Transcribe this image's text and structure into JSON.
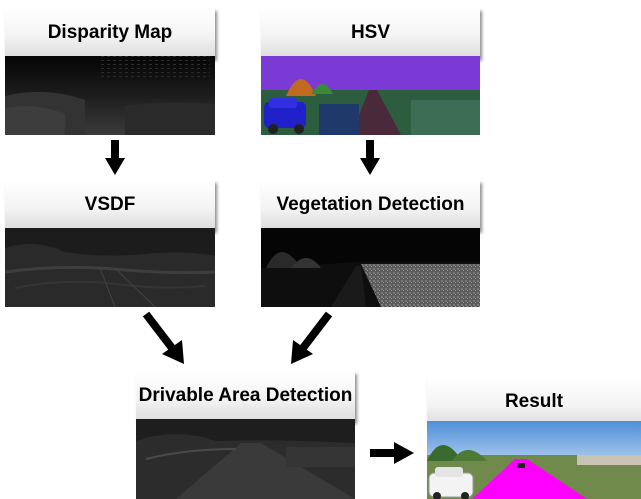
{
  "blocks": {
    "disparity": {
      "title": "Disparity Map"
    },
    "hsv": {
      "title": "HSV"
    },
    "vsdf": {
      "title": "VSDF"
    },
    "vegetation": {
      "title": "Vegetation Detection"
    },
    "drivable": {
      "title": "Drivable Area Detection"
    },
    "result": {
      "title": "Result"
    }
  },
  "colors": {
    "header_gradient_top": "#ffffff",
    "header_gradient_bottom": "#dcdcdc",
    "arrow": "#000000",
    "drivable_overlay": "#ff00ff",
    "hsv_sky": "#7b3ad6"
  }
}
